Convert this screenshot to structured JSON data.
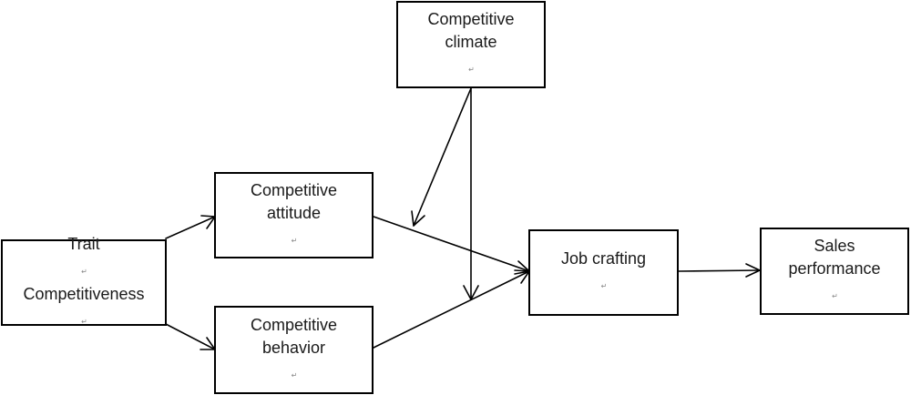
{
  "diagram": {
    "nodes": {
      "trait": {
        "line1": "Trait",
        "line2": "Competitiveness"
      },
      "attitude": {
        "line1": "Competitive",
        "line2": "attitude"
      },
      "behavior": {
        "line1": "Competitive",
        "line2": "behavior"
      },
      "climate": {
        "line1": "Competitive",
        "line2": "climate"
      },
      "job": {
        "line1": "Job crafting"
      },
      "sales": {
        "line1": "Sales",
        "line2": "performance"
      }
    },
    "edges": [
      {
        "from": "Trait Competitiveness",
        "to": "Competitive attitude"
      },
      {
        "from": "Trait Competitiveness",
        "to": "Competitive behavior"
      },
      {
        "from": "Competitive attitude",
        "to": "Job crafting"
      },
      {
        "from": "Competitive behavior",
        "to": "Job crafting"
      },
      {
        "from": "Job crafting",
        "to": "Sales performance"
      },
      {
        "from": "Competitive climate",
        "to": "Competitive attitude → Job crafting path"
      },
      {
        "from": "Competitive climate",
        "to": "Competitive behavior → Job crafting path"
      }
    ],
    "paragraph_mark": "↵"
  }
}
